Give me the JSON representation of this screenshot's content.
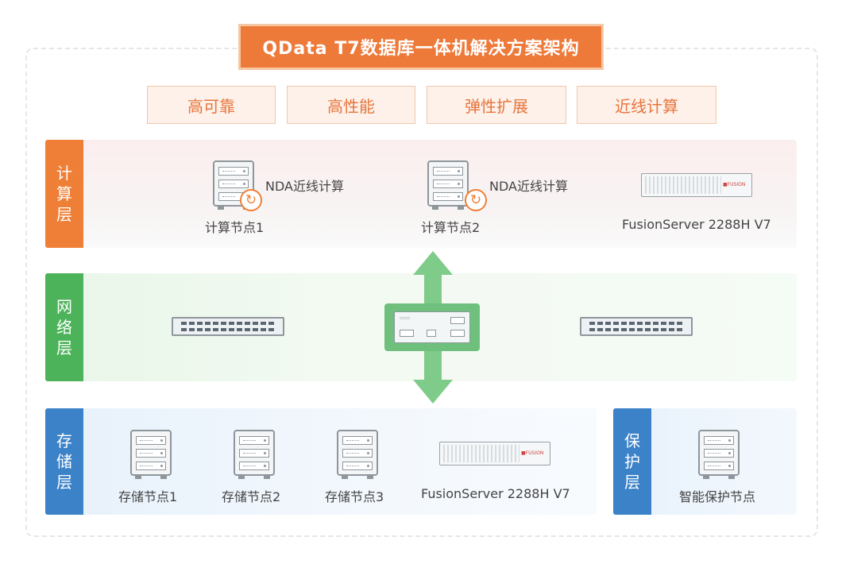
{
  "title": "QData T7数据库一体机解决方案架构",
  "features": [
    "高可靠",
    "高性能",
    "弹性扩展",
    "近线计算"
  ],
  "layers": {
    "compute": {
      "tag": [
        "计",
        "算",
        "层"
      ],
      "nodes": [
        {
          "label": "计算节点1",
          "badge": "NDA近线计算",
          "icon": "server-tower-icon"
        },
        {
          "label": "计算节点2",
          "badge": "NDA近线计算",
          "icon": "server-tower-icon"
        },
        {
          "label": "FusionServer 2288H V7",
          "icon": "rack-server-icon"
        }
      ]
    },
    "network": {
      "tag": [
        "网",
        "络",
        "层"
      ],
      "devices": [
        "switch-icon",
        "core-switch-icon",
        "switch-icon"
      ]
    },
    "storage": {
      "tag": [
        "存",
        "储",
        "层"
      ],
      "nodes": [
        {
          "label": "存储节点1",
          "icon": "server-tower-icon"
        },
        {
          "label": "存储节点2",
          "icon": "server-tower-icon"
        },
        {
          "label": "存储节点3",
          "icon": "server-tower-icon"
        },
        {
          "label": "FusionServer 2288H V7",
          "icon": "rack-server-icon"
        }
      ]
    },
    "protect": {
      "tag": [
        "保",
        "护",
        "层"
      ],
      "nodes": [
        {
          "label": "智能保护节点",
          "icon": "server-tower-icon"
        }
      ]
    }
  },
  "colors": {
    "accent_orange": "#ee7a3a",
    "network_green": "#4cb35a",
    "storage_blue": "#3b82c9"
  }
}
